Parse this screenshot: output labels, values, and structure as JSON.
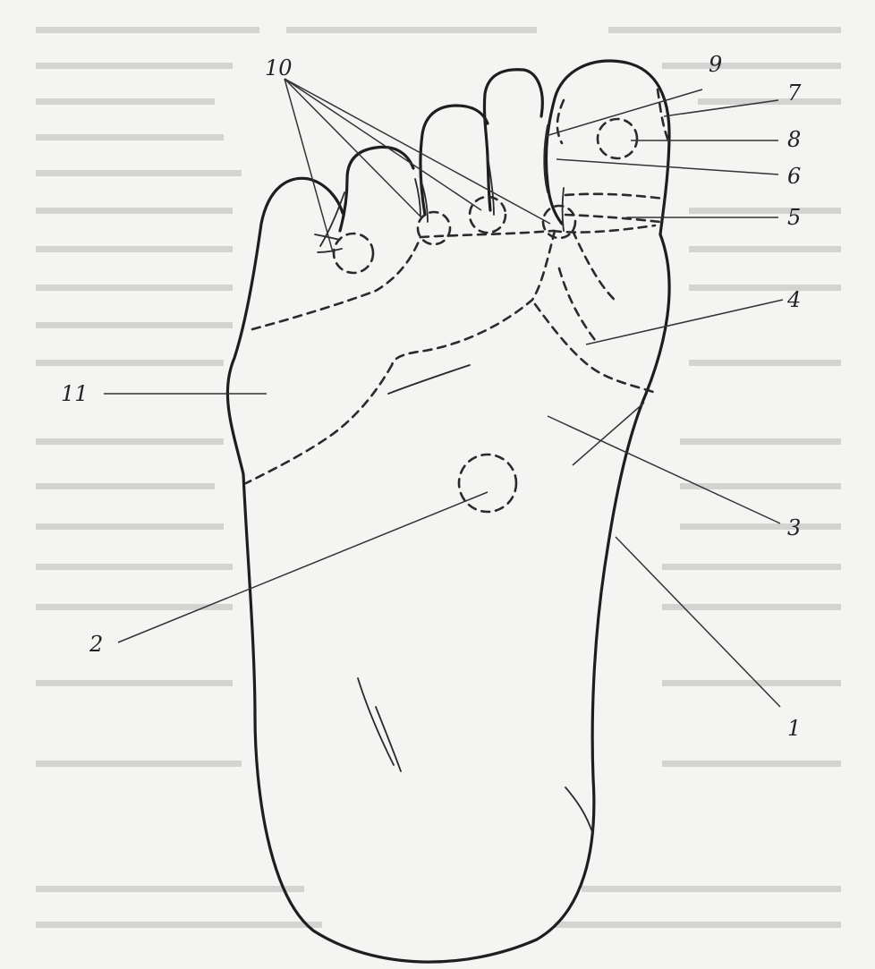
{
  "figure": {
    "subject": "foot-sole-diagram",
    "labels": [
      {
        "id": "label-1",
        "text": "1"
      },
      {
        "id": "label-2",
        "text": "2"
      },
      {
        "id": "label-3",
        "text": "3"
      },
      {
        "id": "label-4",
        "text": "4"
      },
      {
        "id": "label-5",
        "text": "5"
      },
      {
        "id": "label-6",
        "text": "6"
      },
      {
        "id": "label-7",
        "text": "7"
      },
      {
        "id": "label-8",
        "text": "8"
      },
      {
        "id": "label-9",
        "text": "9"
      },
      {
        "id": "label-10",
        "text": "10"
      },
      {
        "id": "label-11",
        "text": "11"
      }
    ]
  },
  "colors": {
    "ink": "#1e1e1e",
    "paper": "#f4f4f2"
  }
}
